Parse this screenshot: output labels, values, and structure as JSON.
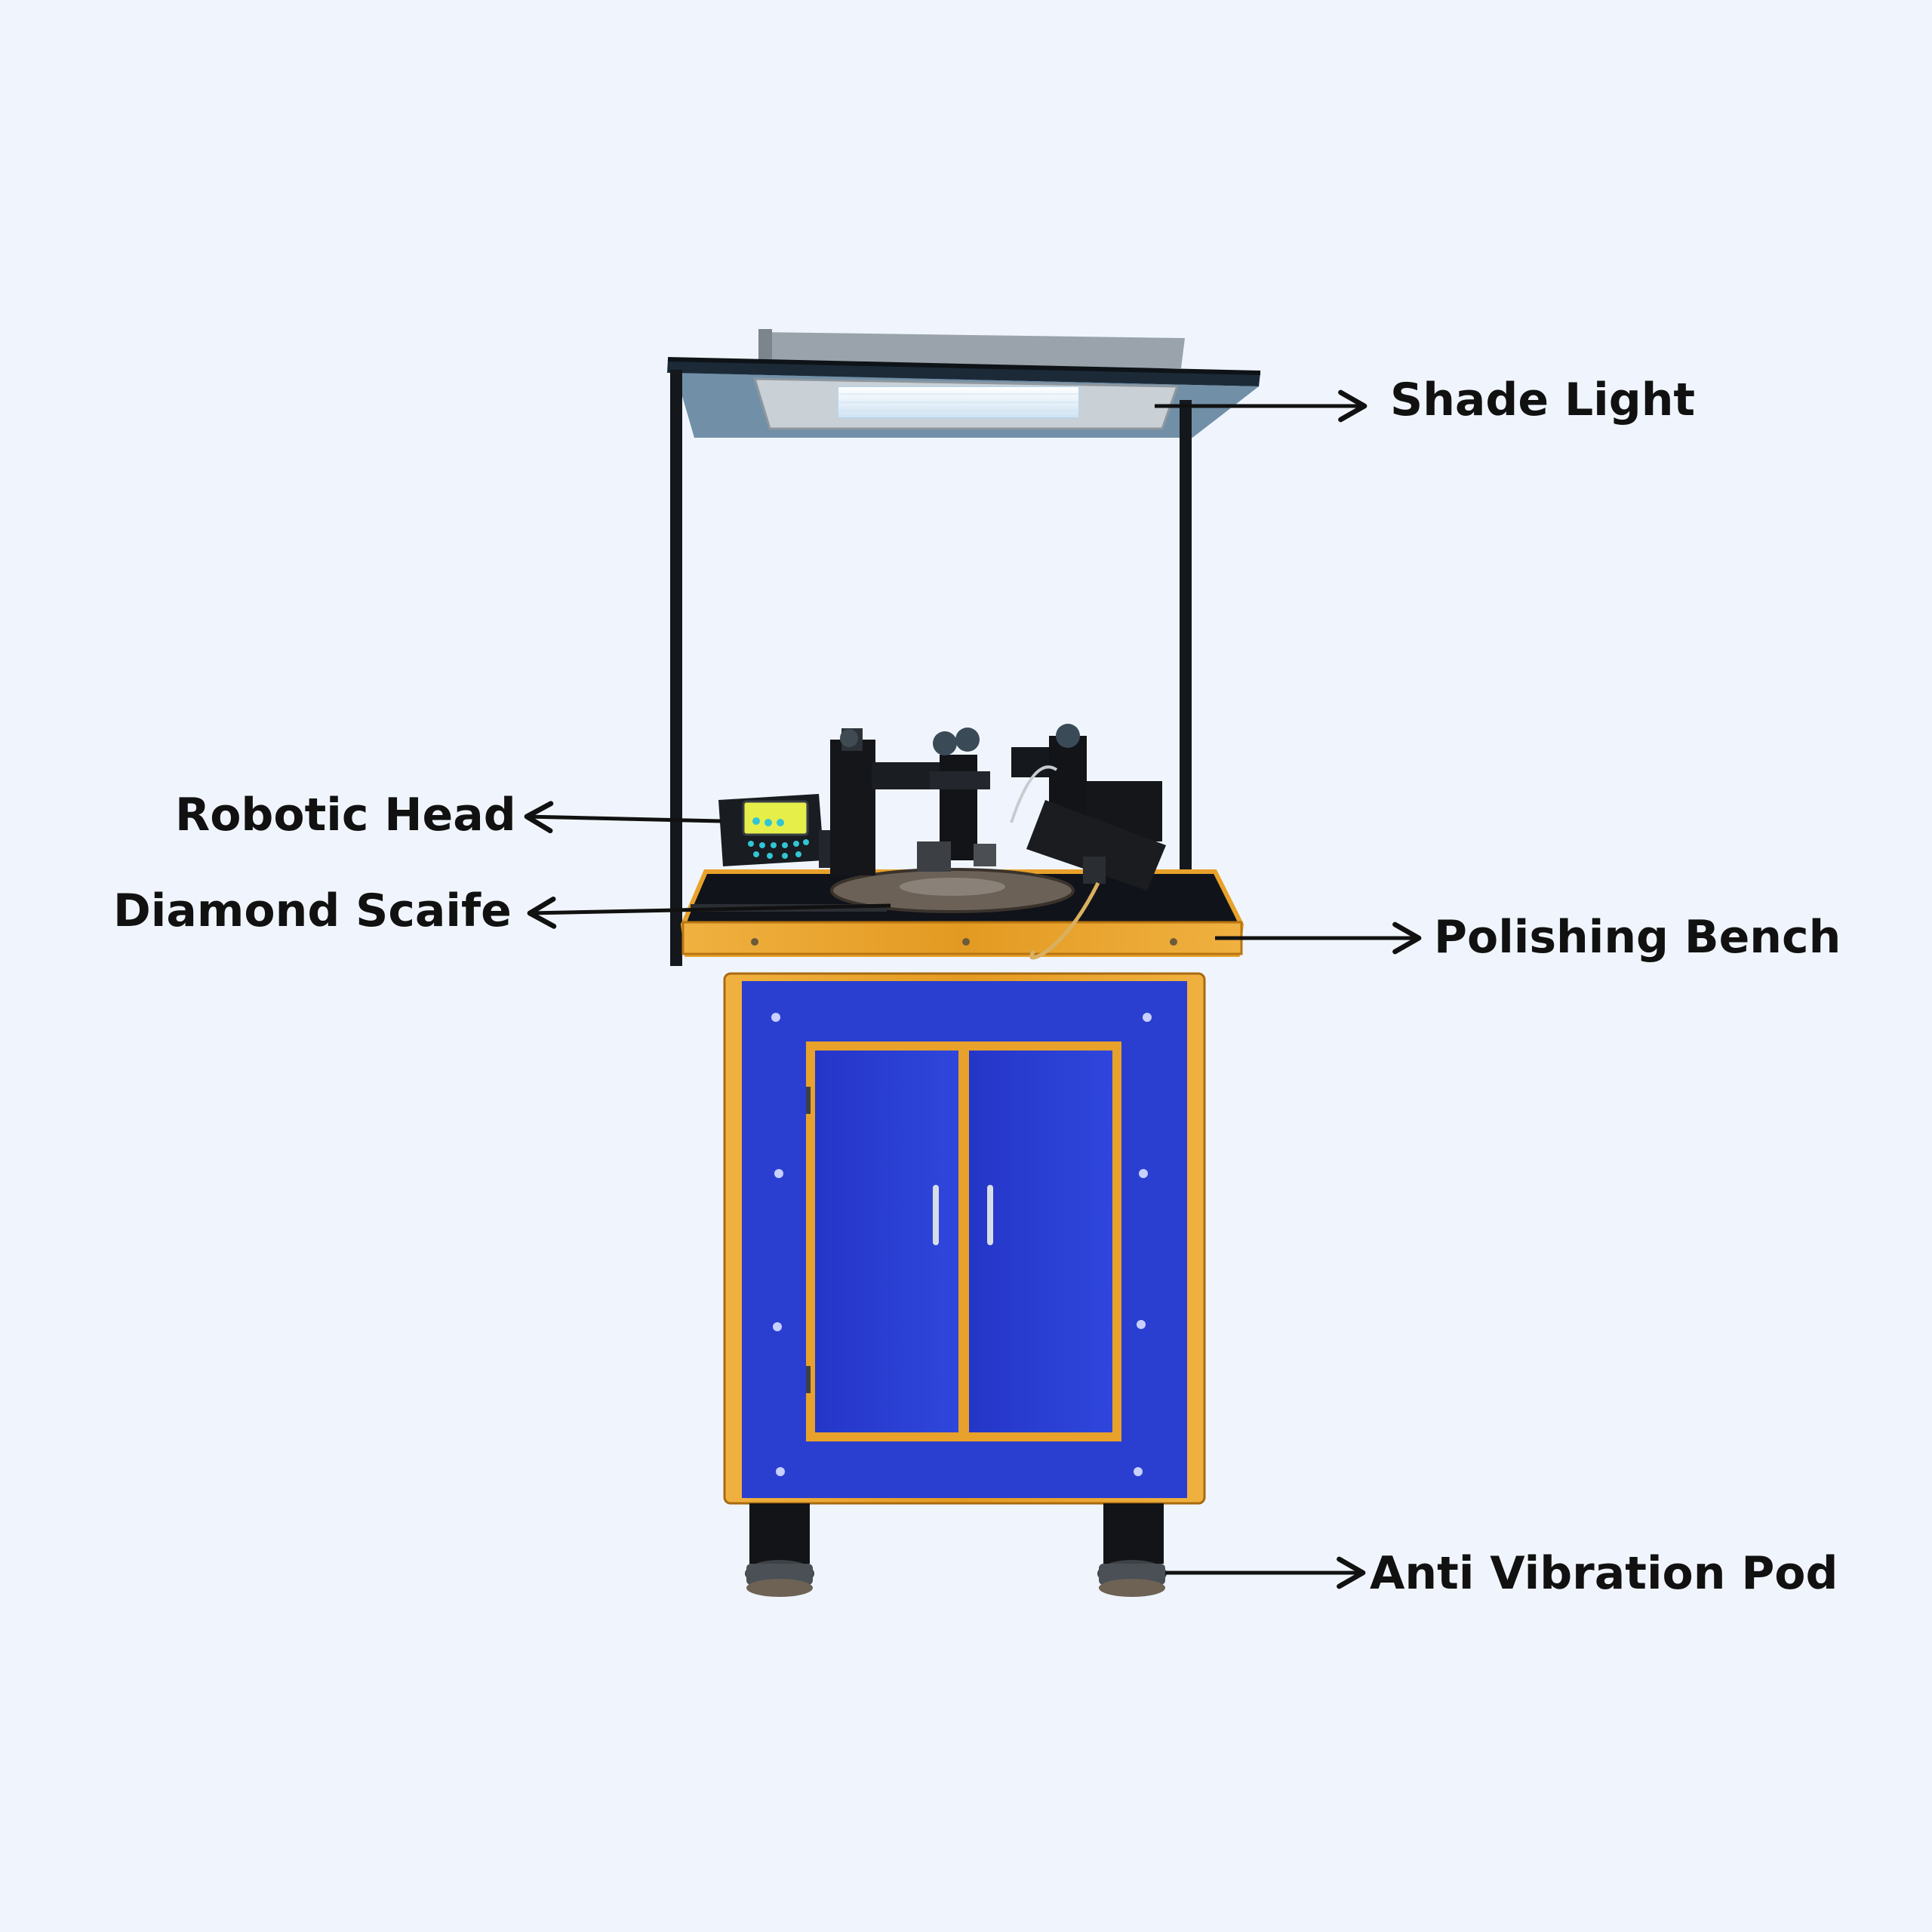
{
  "labels": {
    "shade_light": "Shade Light",
    "robotic_head": "Robotic Head",
    "diamond_scaife": "Diamond Scaife",
    "polishing_bench": "Polishing Bench",
    "anti_vibration_pod": "Anti Vibration Pod"
  },
  "colors": {
    "background": "#f0f5fd",
    "cabinet_blue": "#2a3fd0",
    "wood_trim": "#e8a12a",
    "frame_black": "#14171c",
    "controller_screen": "#e6ef4a",
    "arrow": "#111111"
  }
}
